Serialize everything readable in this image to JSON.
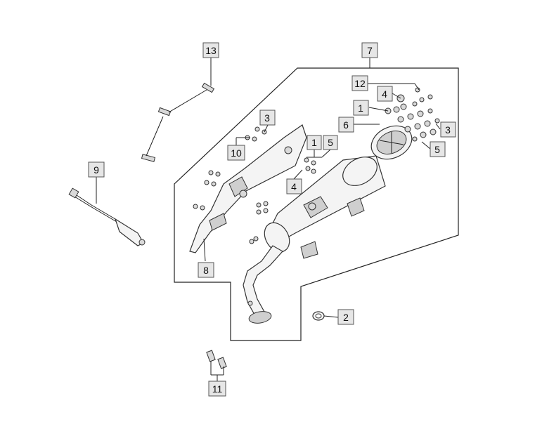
{
  "callouts": {
    "c1a": "1",
    "c1b": "1",
    "c2": "2",
    "c3a": "3",
    "c3b": "3",
    "c4a": "4",
    "c4b": "4",
    "c5a": "5",
    "c5b": "5",
    "c6": "6",
    "c7": "7",
    "c8": "8",
    "c9": "9",
    "c10": "10",
    "c11": "11",
    "c12": "12",
    "c13": "13"
  }
}
